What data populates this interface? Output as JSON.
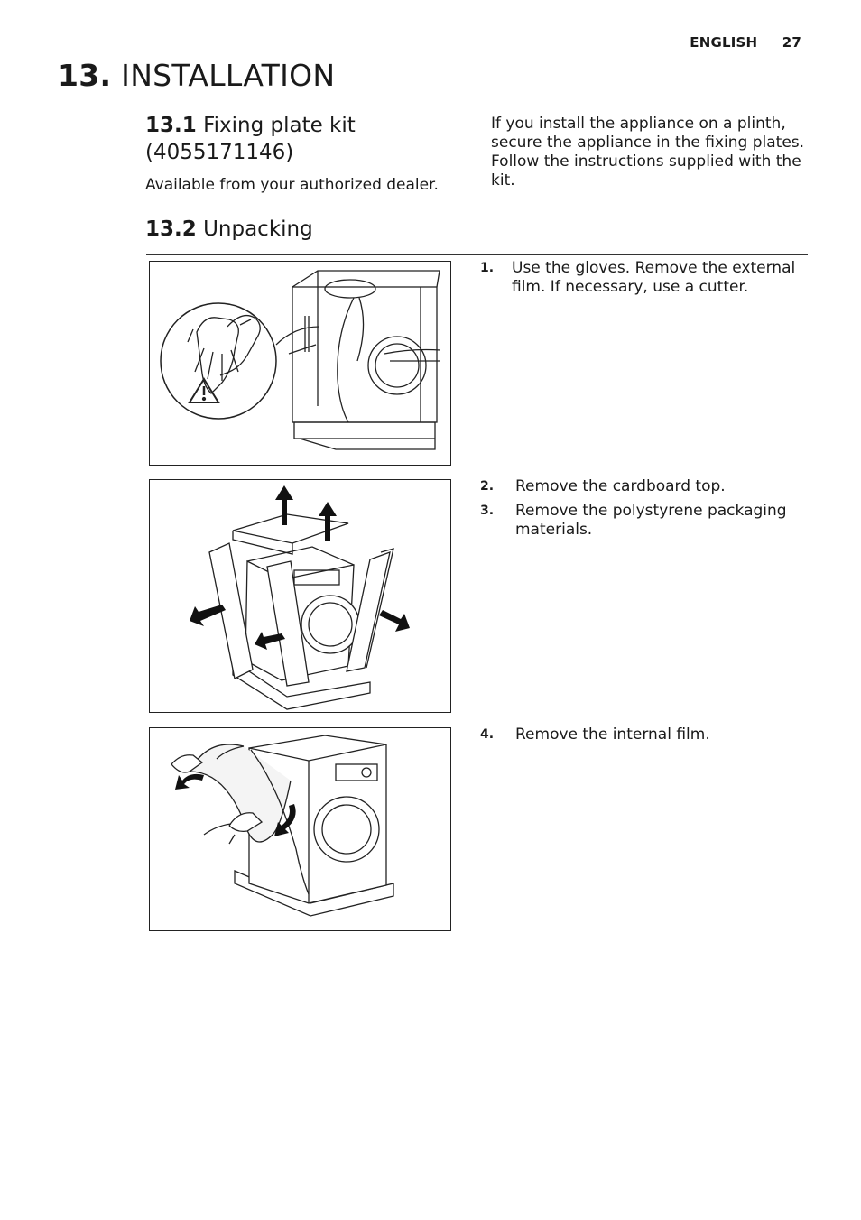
{
  "header": {
    "language": "ENGLISH",
    "page_number": "27"
  },
  "section": {
    "number": "13.",
    "title": "INSTALLATION"
  },
  "sub1": {
    "number": "13.1",
    "title_line1": "Fixing plate kit",
    "title_line2": "(4055171146)",
    "body": "Available from your authorized dealer.",
    "right_text_lines": [
      "If you install the appliance on a plinth,",
      "secure the appliance in the fixing plates.",
      "Follow the instructions supplied with the",
      "kit."
    ]
  },
  "sub2": {
    "number": "13.2",
    "title": "Unpacking"
  },
  "steps": [
    {
      "num": "1.",
      "lines": [
        "Use the gloves. Remove the external",
        "film. If necessary, use a cutter."
      ]
    },
    {
      "num": "2.",
      "lines": [
        "Remove the cardboard top."
      ]
    },
    {
      "num": "3.",
      "lines": [
        "Remove the polystyrene packaging",
        "materials."
      ]
    },
    {
      "num": "4.",
      "lines": [
        "Remove the internal film."
      ]
    }
  ]
}
